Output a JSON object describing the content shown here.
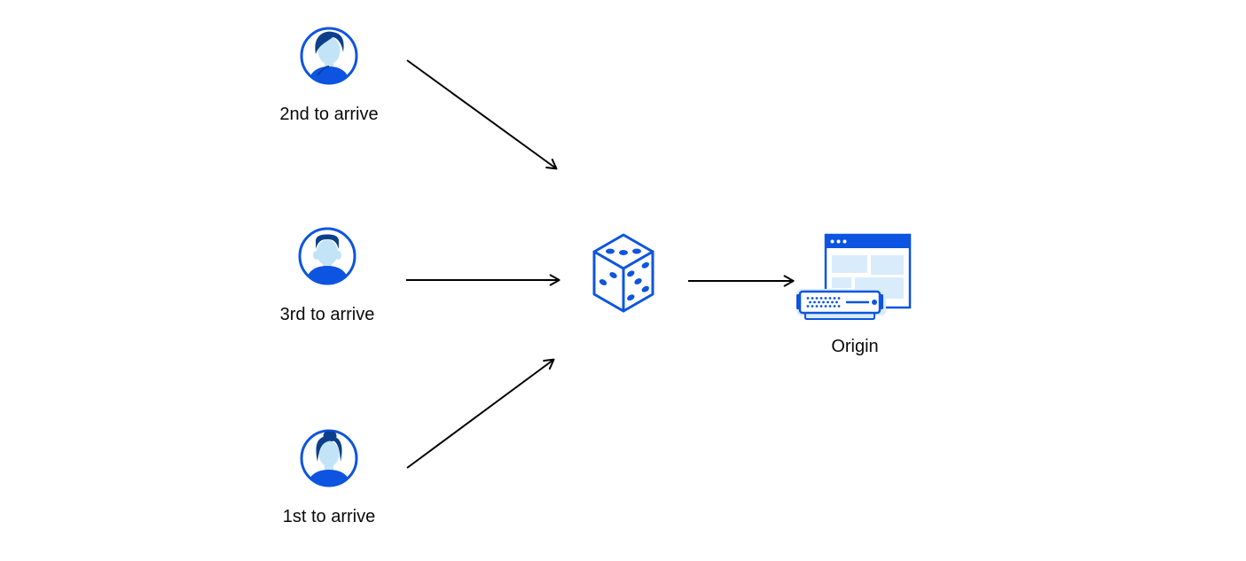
{
  "diagram": {
    "description_visible_text_only": "",
    "nodes": {
      "user_second": {
        "label": "2nd to arrive",
        "icon": "avatar-man-swept-hair-icon"
      },
      "user_third": {
        "label": "3rd to arrive",
        "icon": "avatar-man-short-hair-icon"
      },
      "user_first": {
        "label": "1st to arrive",
        "icon": "avatar-woman-bun-icon"
      },
      "randomizer": {
        "icon": "dice-icon"
      },
      "origin": {
        "label": "Origin",
        "icon": "origin-browser-server-icon"
      }
    },
    "edges": [
      {
        "from": "user_second",
        "to": "randomizer"
      },
      {
        "from": "user_third",
        "to": "randomizer"
      },
      {
        "from": "user_first",
        "to": "randomizer"
      },
      {
        "from": "randomizer",
        "to": "origin"
      }
    ]
  },
  "colors": {
    "primary-blue": "#0d55e0",
    "dark-navy": "#0d3f8a",
    "light-blue": "#c3e4f6",
    "panel-blue": "#d8ecfb",
    "arrow-black": "#000000",
    "text": "#0a0a0a",
    "background": "#ffffff"
  }
}
